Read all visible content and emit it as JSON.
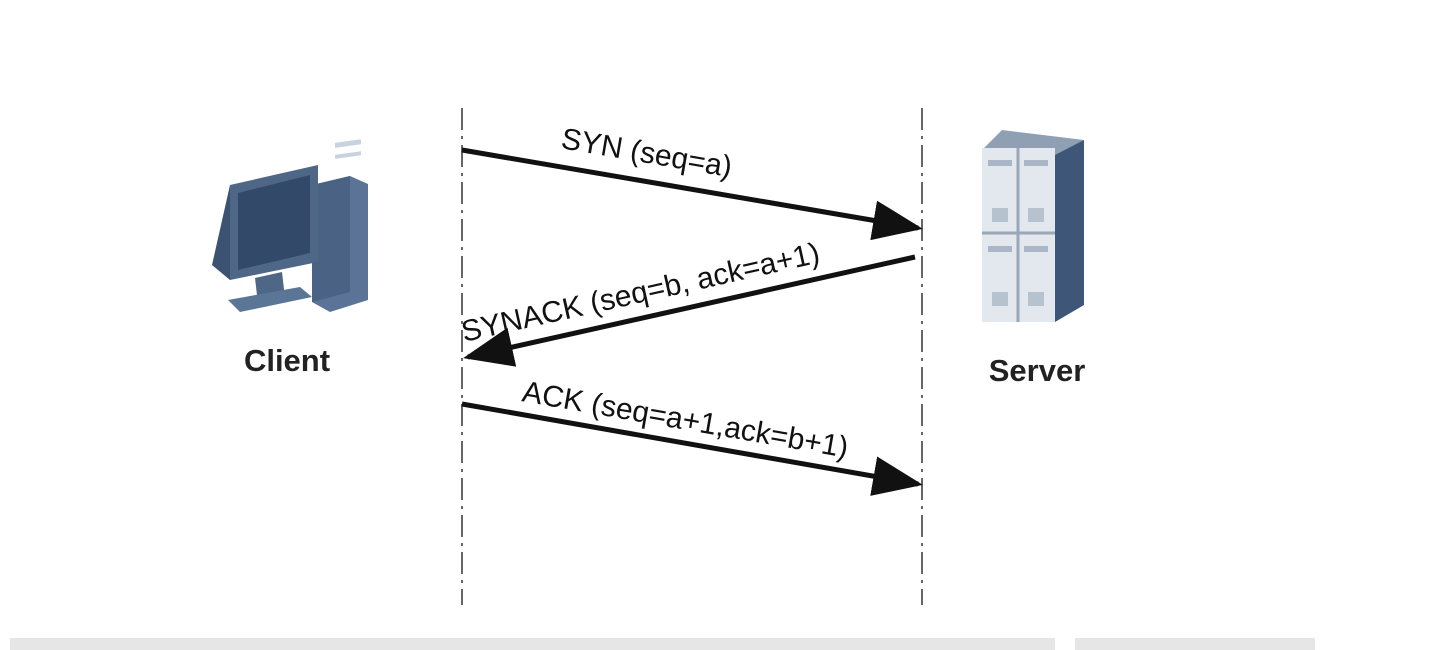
{
  "diagram": {
    "client_label": "Client",
    "server_label": "Server",
    "messages": [
      {
        "label": "SYN (seq=a)",
        "direction": "client-to-server"
      },
      {
        "label": "SYNACK (seq=b, ack=a+1)",
        "direction": "server-to-client"
      },
      {
        "label": "ACK (seq=a+1,ack=b+1)",
        "direction": "client-to-server"
      }
    ]
  },
  "colors": {
    "arrow": "#111111",
    "lifeline": "#666666",
    "computer_body": "#4e6786",
    "computer_screen": "#3f5878",
    "server_face": "#e3e8ee",
    "server_side": "#3e5677"
  },
  "icons": {
    "client": "desktop-computer-icon",
    "server": "server-rack-icon"
  }
}
